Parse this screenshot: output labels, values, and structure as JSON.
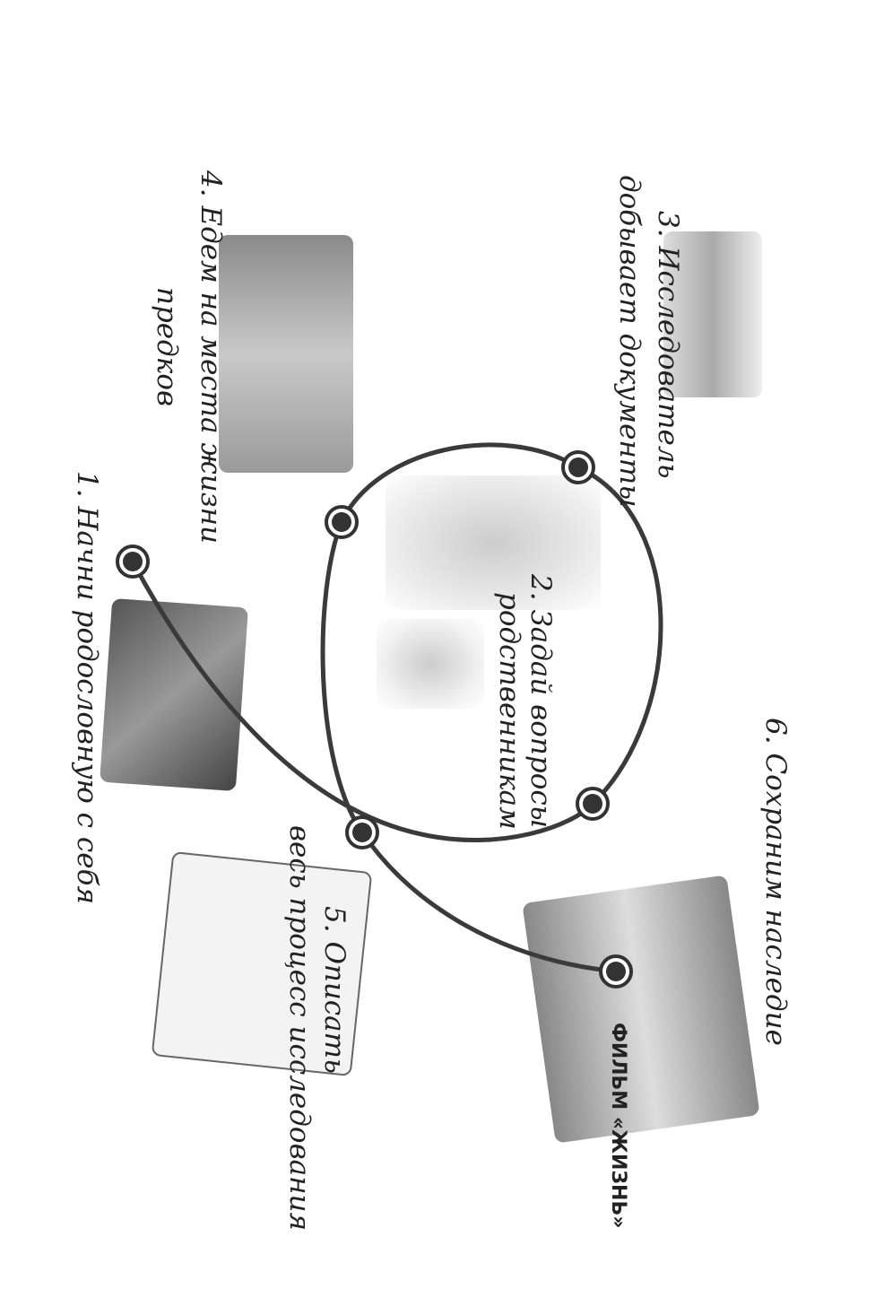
{
  "steps": [
    {
      "num": "1.",
      "line1": "Начни родословную с себя",
      "line2": ""
    },
    {
      "num": "2.",
      "line1": "Задай вопросы",
      "line2": "родственникам"
    },
    {
      "num": "3.",
      "line1": "Исследователь",
      "line2": "добывает документы"
    },
    {
      "num": "4.",
      "line1": "Едем на места жизни",
      "line2": "предков"
    },
    {
      "num": "5.",
      "line1": "Описать",
      "line2": "весь процесс исследования"
    },
    {
      "num": "6.",
      "line1": "Сохраним наследие",
      "line2": ""
    }
  ],
  "film": {
    "line1": "ФИЛЬМ",
    "line2": "«ЖИЗНЬ»"
  },
  "colors": {
    "line": "#3a3a3a",
    "node": "#333333",
    "image": "#bdbdbd"
  }
}
